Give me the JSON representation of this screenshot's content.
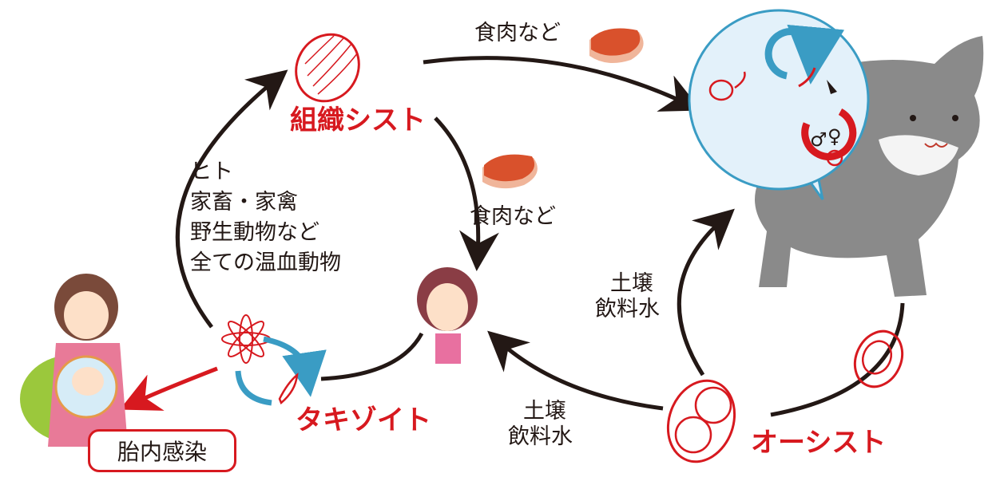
{
  "colors": {
    "red": "#d7191f",
    "blue": "#3a9cc4",
    "black": "#231815",
    "bubble": "#e3f1fa",
    "meat": "#d9512c",
    "cat": "#8a8a8a"
  },
  "labels": {
    "tissue_cyst": "組織シスト",
    "tachyzoite": "タキゾイト",
    "oocyst": "オーシスト",
    "meat_top": "食肉など",
    "meat_mid": "食肉など",
    "soil_right_1": "土壌",
    "soil_right_2": "飲料水",
    "soil_bottom_1": "土壌",
    "soil_bottom_2": "飲料水",
    "hosts": [
      "ヒト",
      "家畜・家禽",
      "野生動物など",
      "全ての温血動物"
    ],
    "congenital": "胎内感染",
    "male_symbol": "♂",
    "female_symbol": "♀"
  }
}
